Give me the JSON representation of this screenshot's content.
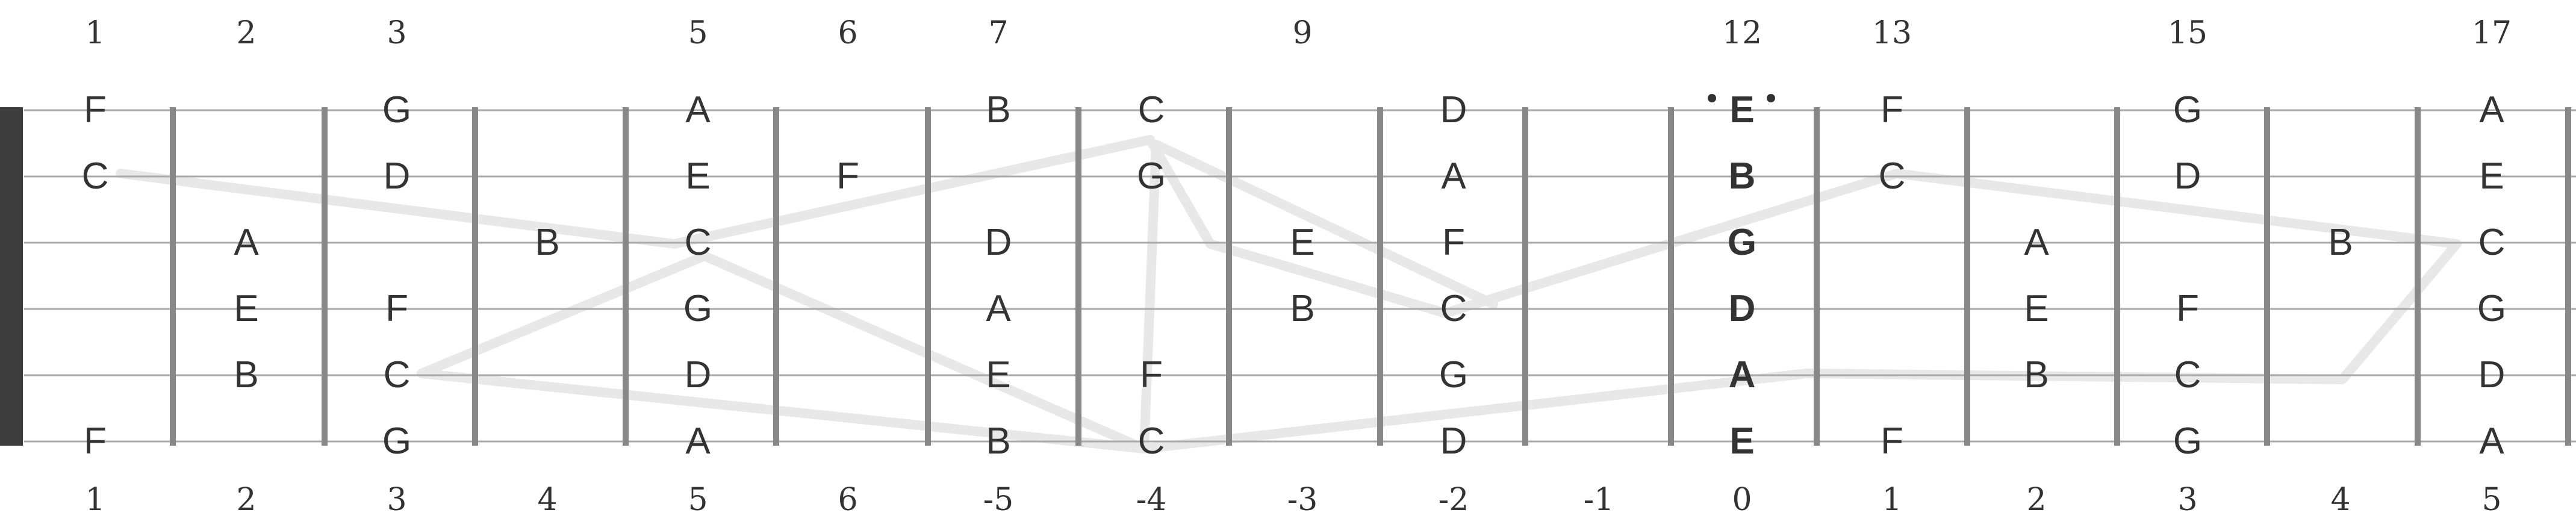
{
  "fret_numbers_top": [
    "1",
    "2",
    "3",
    "",
    "5",
    "6",
    "7",
    "",
    "9",
    "",
    "",
    "12",
    "13",
    "",
    "15",
    "",
    "17"
  ],
  "fret_numbers_bottom": [
    "1",
    "2",
    "3",
    "4",
    "5",
    "6",
    "-5",
    "-4",
    "-3",
    "-2",
    "-1",
    "0",
    "1",
    "2",
    "3",
    "4",
    "5"
  ],
  "strings": [
    [
      "F",
      "",
      "G",
      "",
      "A",
      "",
      "B",
      "C",
      "",
      "D",
      "",
      "E",
      "F",
      "",
      "G",
      "",
      "A"
    ],
    [
      "C",
      "",
      "D",
      "",
      "E",
      "F",
      "",
      "G",
      "",
      "A",
      "",
      "B",
      "C",
      "",
      "D",
      "",
      "E"
    ],
    [
      "",
      "A",
      "",
      "B",
      "C",
      "",
      "D",
      "",
      "E",
      "F",
      "",
      "G",
      "",
      "A",
      "",
      "B",
      "C"
    ],
    [
      "",
      "E",
      "F",
      "",
      "G",
      "",
      "A",
      "",
      "B",
      "C",
      "",
      "D",
      "",
      "E",
      "F",
      "",
      "G"
    ],
    [
      "",
      "B",
      "C",
      "",
      "D",
      "",
      "E",
      "F",
      "",
      "G",
      "",
      "A",
      "",
      "B",
      "C",
      "",
      "D"
    ],
    [
      "F",
      "",
      "G",
      "",
      "A",
      "",
      "B",
      "C",
      "",
      "D",
      "",
      "E",
      "F",
      "",
      "G",
      "",
      "A"
    ]
  ],
  "root_column": 11,
  "colors": {
    "text": "#333333",
    "fret": "#888888",
    "string": "#aaaaaa",
    "nut": "#3d3d3d",
    "path": "#e8e8e8"
  }
}
